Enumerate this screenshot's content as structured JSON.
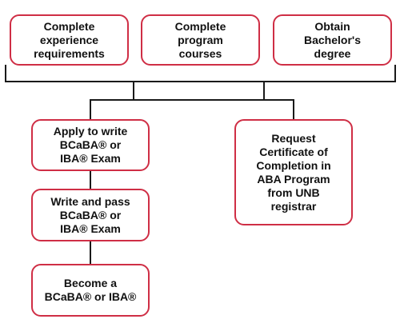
{
  "colors": {
    "box_border": "#cf2e45",
    "connector": "#1a1a1a",
    "text": "#111111"
  },
  "prerequisites": [
    "Complete\nexperience\nrequirements",
    "Complete\nprogram\ncourses",
    "Obtain\nBachelor's\ndegree"
  ],
  "exam_path": [
    "Apply to write\nBCaBA® or\nIBA® Exam",
    "Write and pass\nBCaBA® or\nIBA® Exam",
    "Become a\nBCaBA® or IBA®"
  ],
  "certificate_path": [
    "Request\nCertificate of\nCompletion in\nABA Program\nfrom UNB\nregistrar"
  ]
}
